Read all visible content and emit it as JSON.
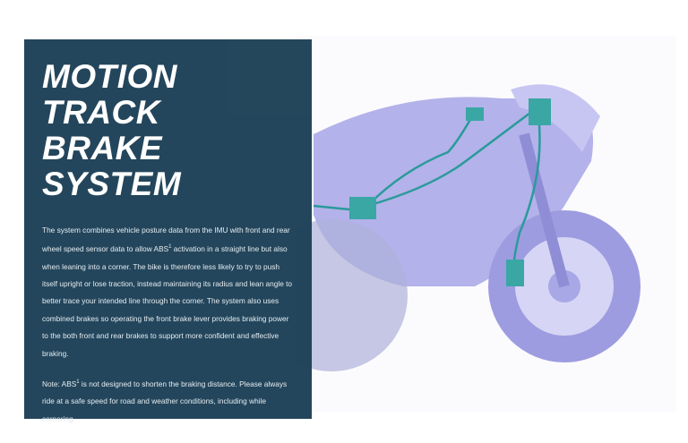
{
  "heading": {
    "line1": "MOTION TRACK",
    "line2": "BRAKE SYSTEM"
  },
  "body": {
    "p1_before": "The system combines vehicle posture data from the IMU with front and rear wheel speed sensor data to allow ABS",
    "p1_sup": "1",
    "p1_after": " activation in a straight line but also when leaning into a corner. The bike is therefore less likely to try to push itself upright or lose traction, instead maintaining its radius and lean angle to better trace your intended line through the corner. The system also uses combined brakes so operating the front brake lever provides braking power to the both front and rear brakes to support more confident and effective braking.",
    "note_before": "Note: ABS",
    "note_sup": "1",
    "note_after": " is not designed to shorten the braking distance. Please always ride at a safe speed for road and weather conditions, including while cornering."
  },
  "colors": {
    "panel": "#1d4157",
    "bike": "#a9a8e6",
    "brake_lines": "#2a9a9a"
  }
}
